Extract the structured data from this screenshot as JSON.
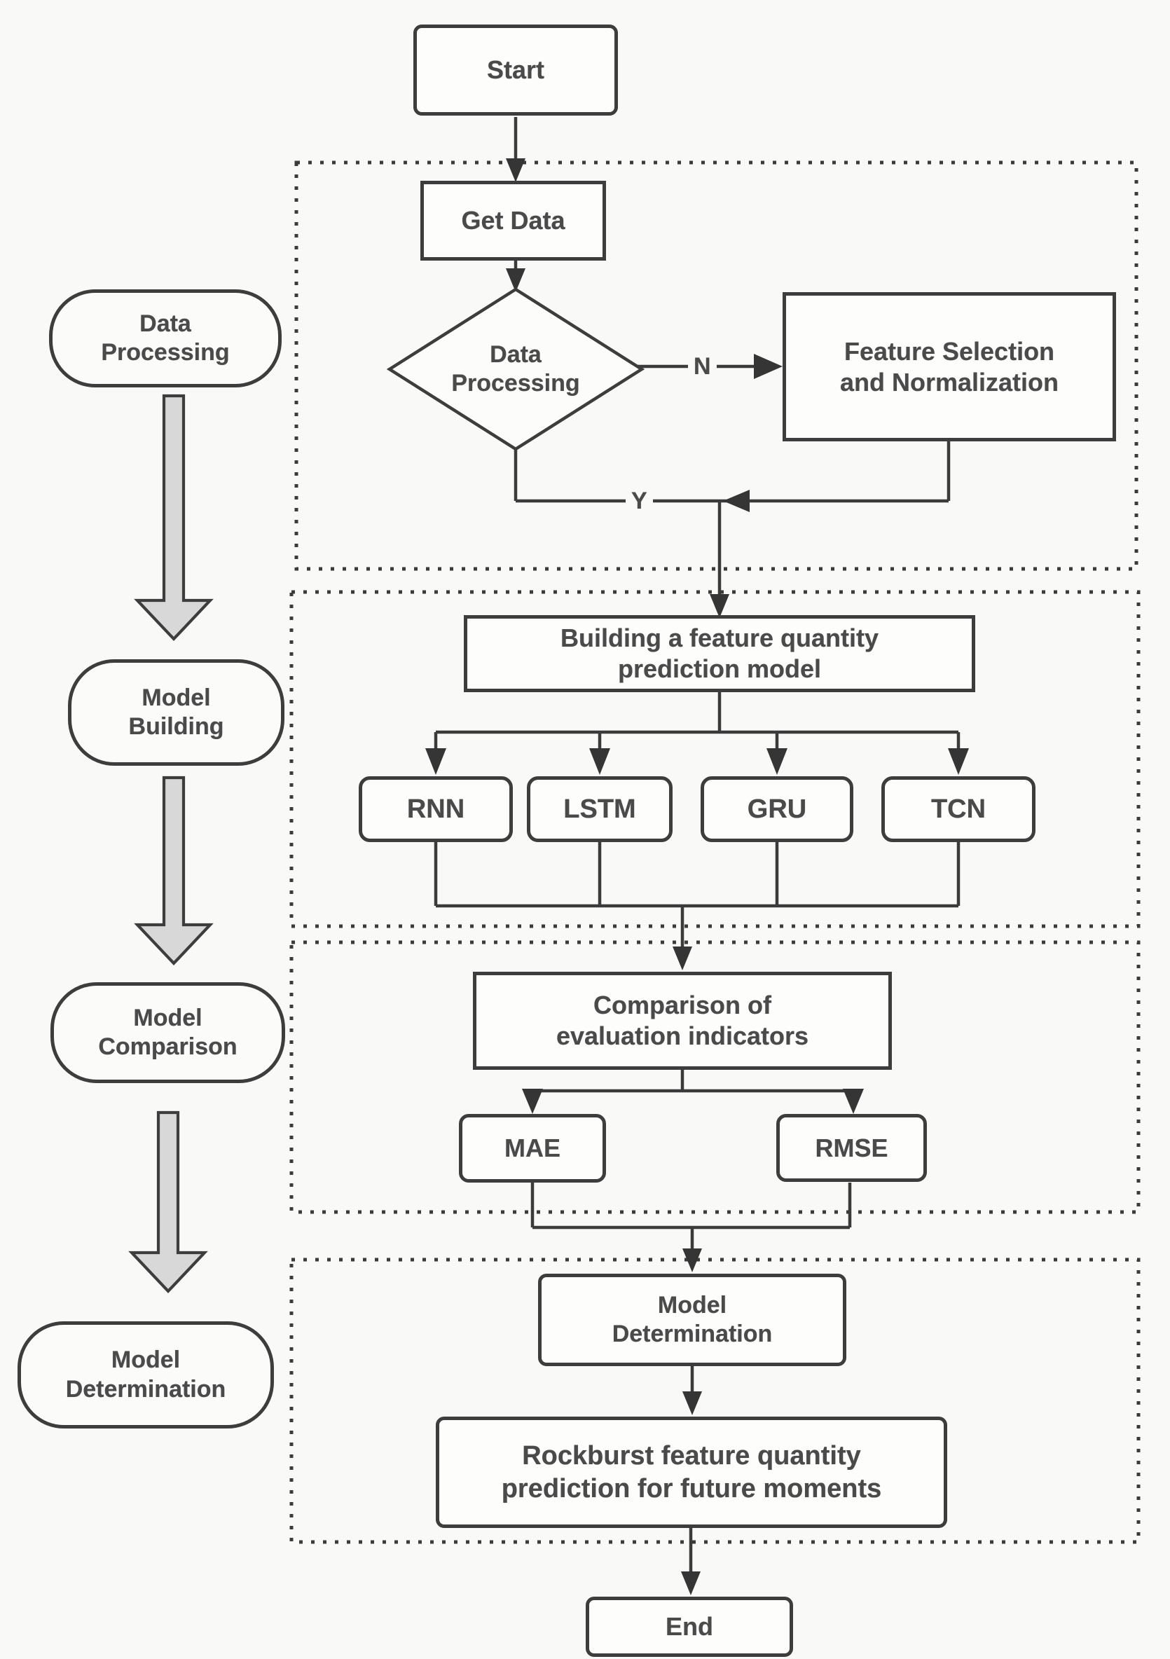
{
  "colors": {
    "background": "#f9f9f7",
    "stroke": "#3b3b3b",
    "text": "#4a4a4a",
    "block_arrow_fill": "#d8d8d8",
    "node_fill": "#fdfdfc"
  },
  "sidebar": {
    "items": [
      {
        "label": "Data\nProcessing"
      },
      {
        "label": "Model\nBuilding"
      },
      {
        "label": "Model\nComparison"
      },
      {
        "label": "Model\nDetermination"
      }
    ]
  },
  "flow": {
    "start": "Start",
    "get_data": "Get Data",
    "decision": "Data\nProcessing",
    "branch_no": "N",
    "branch_yes": "Y",
    "feature_selection": "Feature Selection\nand Normalization",
    "building": "Building a feature quantity\nprediction model",
    "models": [
      "RNN",
      "LSTM",
      "GRU",
      "TCN"
    ],
    "comparison": "Comparison of\nevaluation indicators",
    "metrics": [
      "MAE",
      "RMSE"
    ],
    "model_determination": "Model\nDetermination",
    "rockburst": "Rockburst feature quantity\nprediction for future moments",
    "end": "End"
  }
}
